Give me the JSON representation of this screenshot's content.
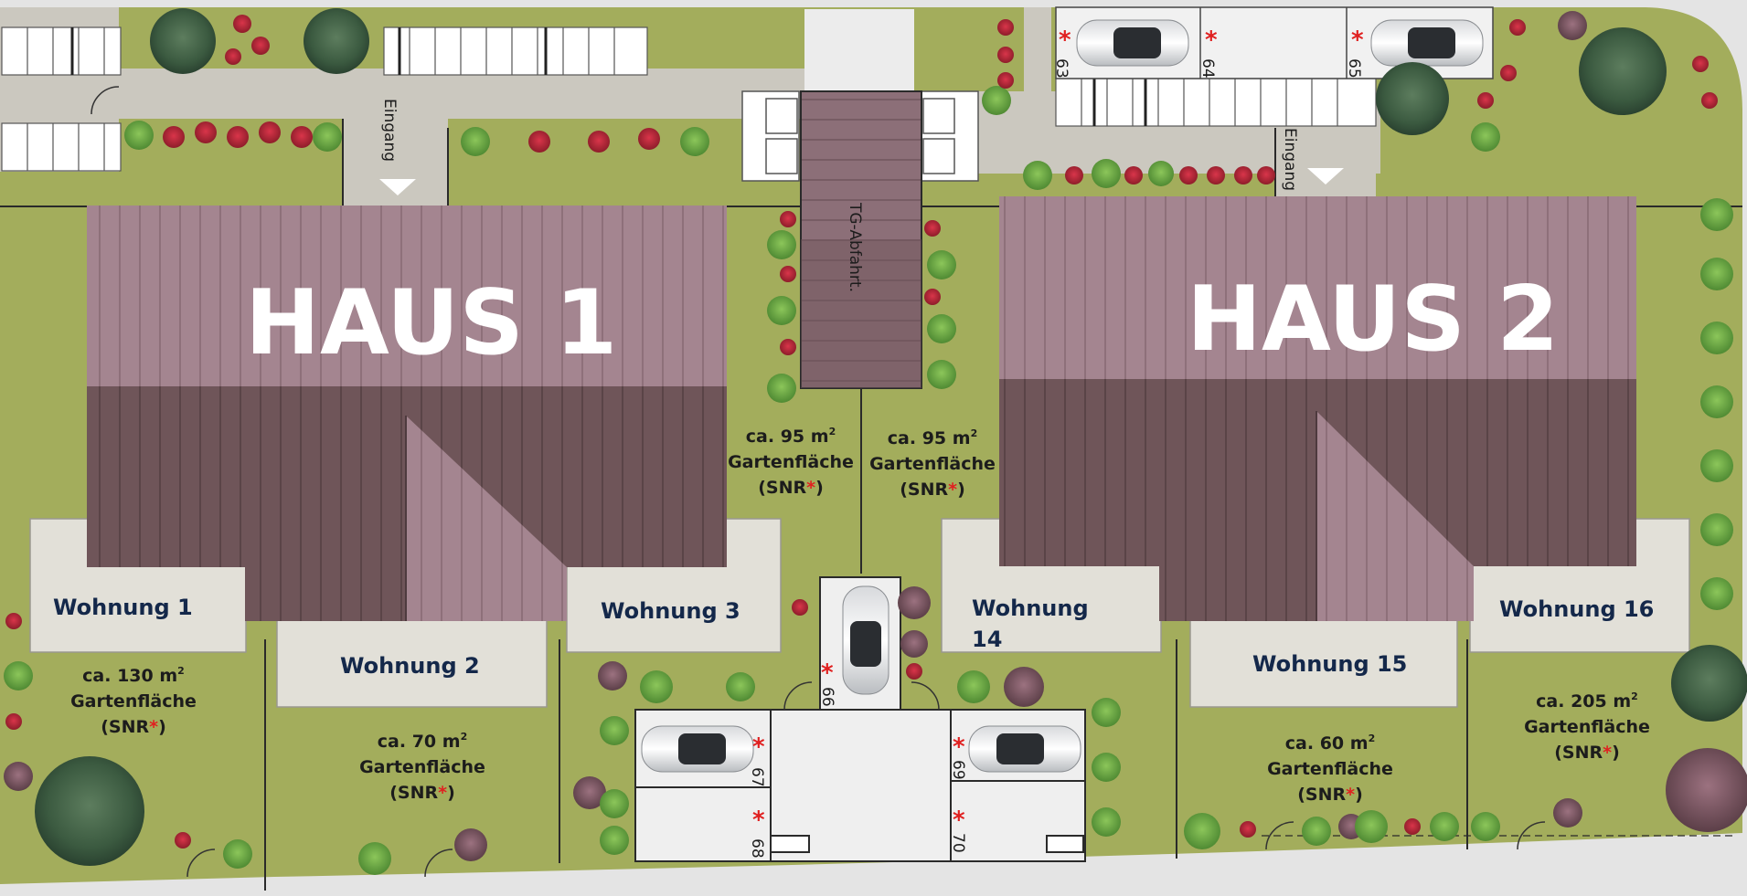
{
  "houses": {
    "h1": "HAUS 1",
    "h2": "HAUS 2"
  },
  "entrances": {
    "e1": "Eingang",
    "e2": "Eingang"
  },
  "ramp": "TG-Abfahrt.",
  "units": {
    "w1": "Wohnung 1",
    "w2": "Wohnung 2",
    "w3": "Wohnung 3",
    "w14a": "Wohnung",
    "w14b": "14",
    "w15": "Wohnung 15",
    "w16": "Wohnung  16"
  },
  "gardens": {
    "g1": {
      "area": "ca. 130 m",
      "sup": "2",
      "kind": "Gartenfläche",
      "snr": "SNR",
      "open": "(",
      "close": ")",
      "mark": "*"
    },
    "g2": {
      "area": "ca. 70 m",
      "sup": "2",
      "kind": "Gartenfläche",
      "snr": "SNR",
      "open": "(",
      "close": ")",
      "mark": "*"
    },
    "g3": {
      "area": "ca. 95 m",
      "sup": "2",
      "kind": "Gartenfläche",
      "snr": "SNR",
      "open": "(",
      "close": ")",
      "mark": "*"
    },
    "g4": {
      "area": "ca. 95 m",
      "sup": "2",
      "kind": "Gartenfläche",
      "snr": "SNR",
      "open": "(",
      "close": ")",
      "mark": "*"
    },
    "g5": {
      "area": "ca. 60 m",
      "sup": "2",
      "kind": "Gartenfläche",
      "snr": "SNR",
      "open": "(",
      "close": ")",
      "mark": "*"
    },
    "g6": {
      "area": "ca. 205 m",
      "sup": "2",
      "kind": "Gartenfläche",
      "snr": "SNR",
      "open": "(",
      "close": ")",
      "mark": "*"
    }
  },
  "parking": [
    "63",
    "64",
    "65",
    "66",
    "67",
    "68",
    "69",
    "70"
  ],
  "colors": {
    "lawn": "#a3ad5c",
    "path": "#cbc8bf",
    "roof_light": "#a48590",
    "roof_dark": "#6f5559",
    "terrace": "#e2e0d8",
    "label": "#14284a",
    "star": "#e02020"
  }
}
